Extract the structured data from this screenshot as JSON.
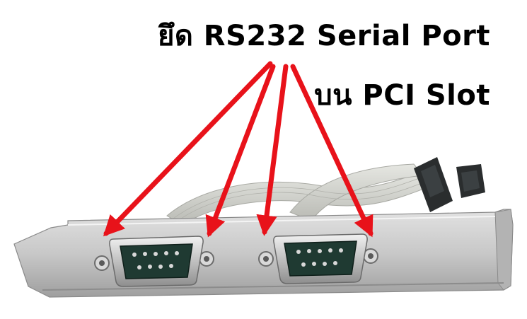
{
  "caption": {
    "line1": "ยึด RS232 Serial Port",
    "line2": "บน PCI Slot"
  },
  "colors": {
    "background": "#ffffff",
    "text": "#000000",
    "arrow": "#e8121a",
    "bracket": "#c9c9c9",
    "connector_body": "#1f3a32",
    "ribbon_cable": "#d7d8d3",
    "header_plug": "#2a2d2e"
  },
  "scene": {
    "arrow_count": 4,
    "connector_count": 2,
    "pins_per_connector": 9
  }
}
